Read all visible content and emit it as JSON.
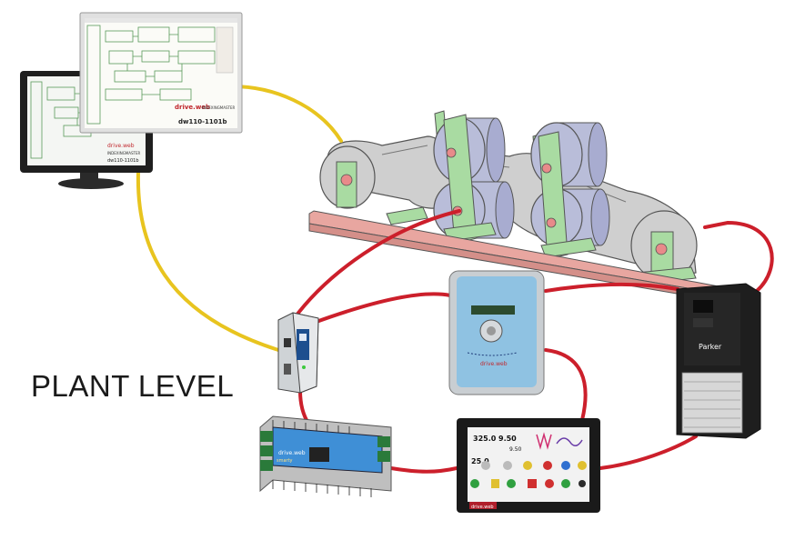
{
  "title": "PLANT LEVEL",
  "monitor_front": {
    "brand": "drive.web",
    "subtitle": "INDEXINGMASTER",
    "model": "dw110-1101b"
  },
  "monitor_back": {
    "brand": "drive.web",
    "subtitle": "INDEXINGMASTER",
    "model": "dw110-1101b"
  },
  "hmi": {
    "value1": "325.0",
    "value2": "9.50",
    "value3": "25.0",
    "value4": "9.50",
    "brand": "drive.web"
  },
  "io_module": {
    "brand": "drive.web",
    "tag": "smarty"
  },
  "controller": {
    "brand": "drive.web"
  },
  "vfd": {
    "brand": "Parker"
  },
  "colors": {
    "ethernet_link": "#e8c41f",
    "drive_link": "#cc1f2b",
    "roller_body": "#b9bdd9",
    "frame": "#a9dba2",
    "rail": "#e8a6a0",
    "web_material": "#cfcfcf"
  }
}
